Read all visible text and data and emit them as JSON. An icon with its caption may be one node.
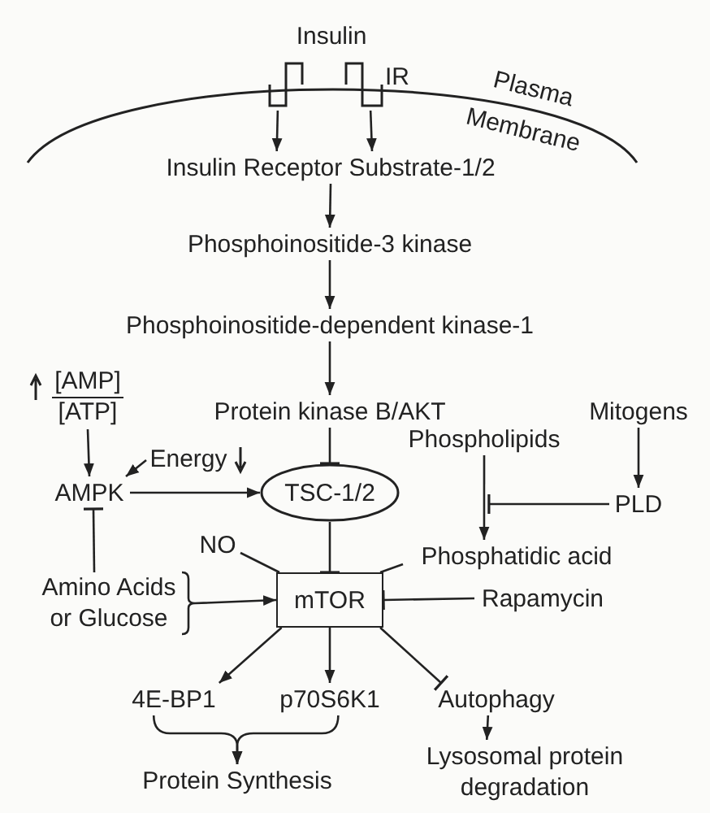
{
  "diagram": {
    "nodes": [
      {
        "text": [
          "Insulin"
        ]
      },
      {
        "text": [],
        "shape": "picture"
      },
      {
        "text": [],
        "shape": "picture",
        "beside": [
          "IR"
        ]
      },
      {
        "text": [
          "Insulin Receptor Substrate-1/2"
        ]
      },
      {
        "text": [
          "Phosphoinositide-3 kinase"
        ]
      },
      {
        "text": [
          "Phosphoinositide-dependent kinase-1"
        ]
      },
      {
        "text": [
          "Protein kinase B/AKT"
        ]
      },
      {
        "text": [
          "[AMP]",
          "[ATP]"
        ]
      },
      {
        "text": [
          "Energy"
        ]
      },
      {
        "text": [
          "AMPK"
        ]
      },
      {
        "text": [
          "TSC-1/2"
        ]
      },
      {
        "text": [
          "Mitogens"
        ]
      },
      {
        "text": [
          "Phospholipids"
        ]
      },
      {
        "text": [
          "PLD"
        ]
      },
      {
        "text": [
          "NO"
        ]
      },
      {
        "text": [
          "Phosphatidic acid"
        ]
      },
      {
        "text": [
          "Amino Acids or Glucose"
        ]
      },
      {
        "text": [
          "mTOR"
        ]
      },
      {
        "text": [
          "Rapamycin"
        ]
      },
      {
        "text": [
          "4E-BP1"
        ]
      },
      {
        "text": [
          "p70S6K1"
        ]
      },
      {
        "text": [
          "Autophagy"
        ]
      },
      {
        "text": [
          "Protein Synthesis"
        ]
      },
      {
        "text": [
          "Lysosomal protein degradation"
        ]
      }
    ],
    "edges": [
      {
        "from": 1,
        "to": 3,
        "arrow": "to"
      },
      {
        "from": 2,
        "to": 3,
        "arrow": "to"
      },
      {
        "from": 3,
        "to": 4,
        "arrow": "to"
      },
      {
        "from": 4,
        "to": 5,
        "arrow": "to"
      },
      {
        "from": 5,
        "to": 6,
        "arrow": "to"
      },
      {
        "from": 6,
        "to": 10,
        "arrow": "other"
      },
      {
        "from": 7,
        "to": 9,
        "arrow": "to"
      },
      {
        "from": 8,
        "to": 9,
        "arrow": "to"
      },
      {
        "from": 9,
        "to": 10,
        "arrow": "to"
      },
      {
        "from": 16,
        "to": 9,
        "arrow": "other"
      },
      {
        "from": 10,
        "to": 17,
        "arrow": "other"
      },
      {
        "from": 11,
        "to": 13,
        "arrow": "to"
      },
      {
        "from": 12,
        "to": 15,
        "arrow": "to"
      },
      {
        "from": 13,
        "to": 15,
        "arrow": "other"
      },
      {
        "from": 14,
        "to": 17,
        "arrow": "none"
      },
      {
        "from": 15,
        "to": 17,
        "arrow": "none"
      },
      {
        "from": 16,
        "to": 17,
        "arrow": "to"
      },
      {
        "from": 18,
        "to": 17,
        "arrow": "other"
      },
      {
        "from": 17,
        "to": 19,
        "arrow": "to"
      },
      {
        "from": 17,
        "to": 20,
        "arrow": "to"
      },
      {
        "from": 17,
        "to": 21,
        "arrow": "other"
      },
      {
        "from": 19,
        "to": 22,
        "arrow": "to"
      },
      {
        "from": 20,
        "to": 22,
        "arrow": "to"
      },
      {
        "from": 21,
        "to": 23,
        "arrow": "to"
      }
    ],
    "labels": [
      "Plasma Membrane"
    ]
  }
}
